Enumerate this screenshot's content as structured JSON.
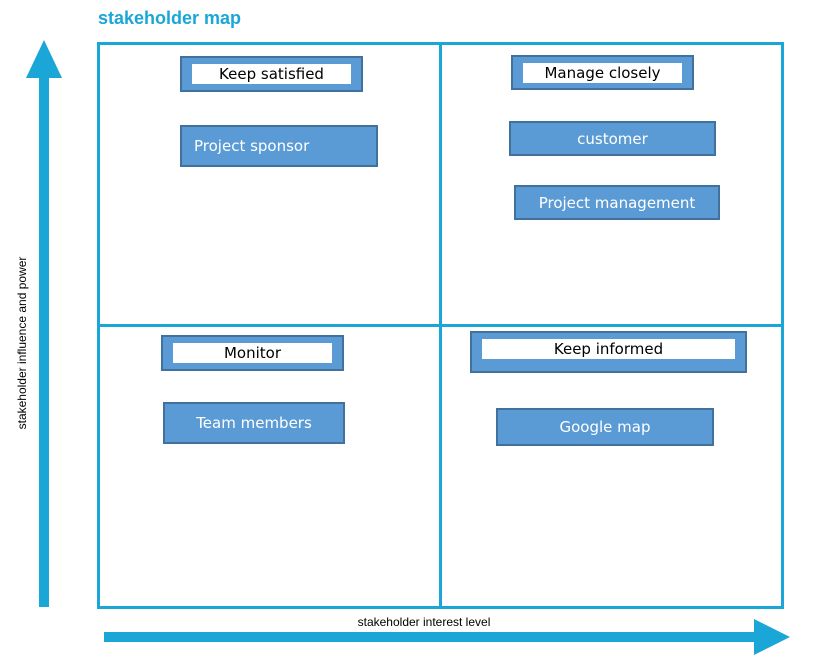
{
  "title": "stakeholder map",
  "axes": {
    "y_label": "stakeholder influence and power",
    "x_label": "stakeholder interest level"
  },
  "quadrants": {
    "top_left": {
      "label": "Keep satisfied",
      "items": [
        "Project sponsor"
      ]
    },
    "top_right": {
      "label": "Manage closely",
      "items": [
        "customer",
        "Project management"
      ]
    },
    "bottom_left": {
      "label": "Monitor",
      "items": [
        "Team members"
      ]
    },
    "bottom_right": {
      "label": "Keep informed",
      "items": [
        "Google map"
      ]
    }
  },
  "colors": {
    "accent": "#1ba6d8",
    "box_fill": "#5b9bd5",
    "box_border": "#41719c"
  }
}
